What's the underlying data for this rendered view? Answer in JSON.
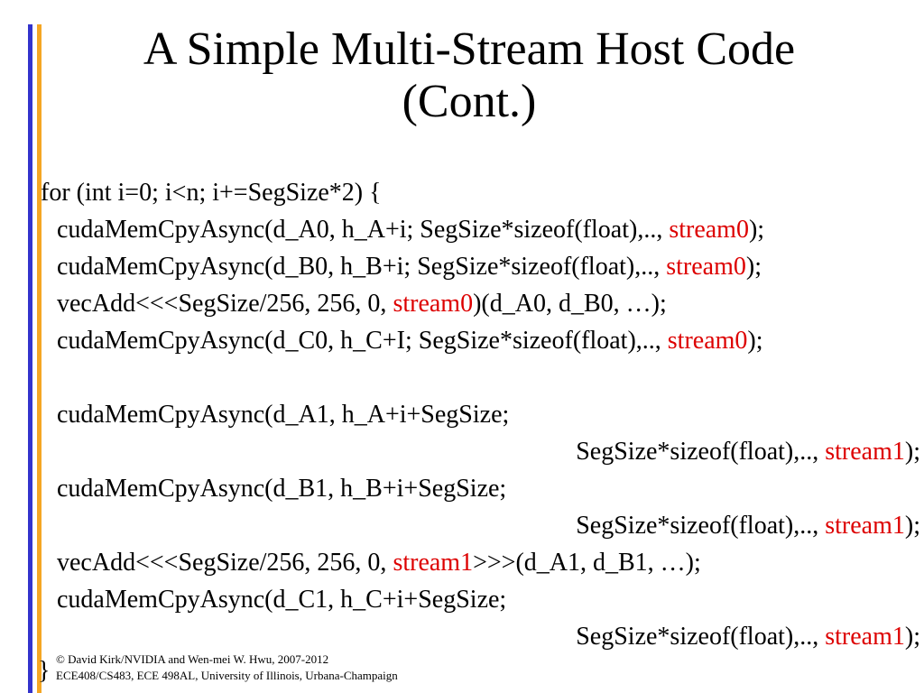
{
  "title": {
    "line1": "A Simple Multi-Stream Host Code",
    "line2": "(Cont.)"
  },
  "code": {
    "l1": "for (int i=0; i<n; i+=SegSize*2) {",
    "l2_a": "cudaMemCpyAsync(d_A0, h_A+i; SegSize*sizeof(float),.., ",
    "l2_s": "stream0",
    "l2_b": ");",
    "l3_a": "cudaMemCpyAsync(d_B0, h_B+i; SegSize*sizeof(float),.., ",
    "l3_s": "stream0",
    "l3_b": ");",
    "l4_a": "vecAdd<<<SegSize/256, 256, 0, ",
    "l4_s": "stream0",
    "l4_b": ")(d_A0, d_B0, …);",
    "l5_a": "cudaMemCpyAsync(d_C0, h_C+I; SegSize*sizeof(float),.., ",
    "l5_s": "stream0",
    "l5_b": ");",
    "l7": "cudaMemCpyAsync(d_A1, h_A+i+SegSize;",
    "l8_a": "SegSize*sizeof(float),.., ",
    "l8_s": "stream1",
    "l8_b": ");",
    "l9": "cudaMemCpyAsync(d_B1, h_B+i+SegSize;",
    "l10_a": "SegSize*sizeof(float),.., ",
    "l10_s": "stream1",
    "l10_b": ");",
    "l11_a": "vecAdd<<<SegSize/256, 256, 0, ",
    "l11_s": "stream1",
    "l11_b": ">>>(d_A1, d_B1, …);",
    "l12": "cudaMemCpyAsync(d_C1, h_C+i+SegSize;",
    "l13_a": "SegSize*sizeof(float),.., ",
    "l13_s": "stream1",
    "l13_b": ");",
    "closing_brace": "}"
  },
  "footer": {
    "line1": "© David Kirk/NVIDIA and Wen-mei W. Hwu, 2007-2012",
    "line2": "ECE408/CS483, ECE 498AL, University of Illinois, Urbana-Champaign"
  },
  "colors": {
    "accent_blue": "#3333cc",
    "accent_orange": "#f5a623",
    "stream_red": "#dd0000"
  }
}
